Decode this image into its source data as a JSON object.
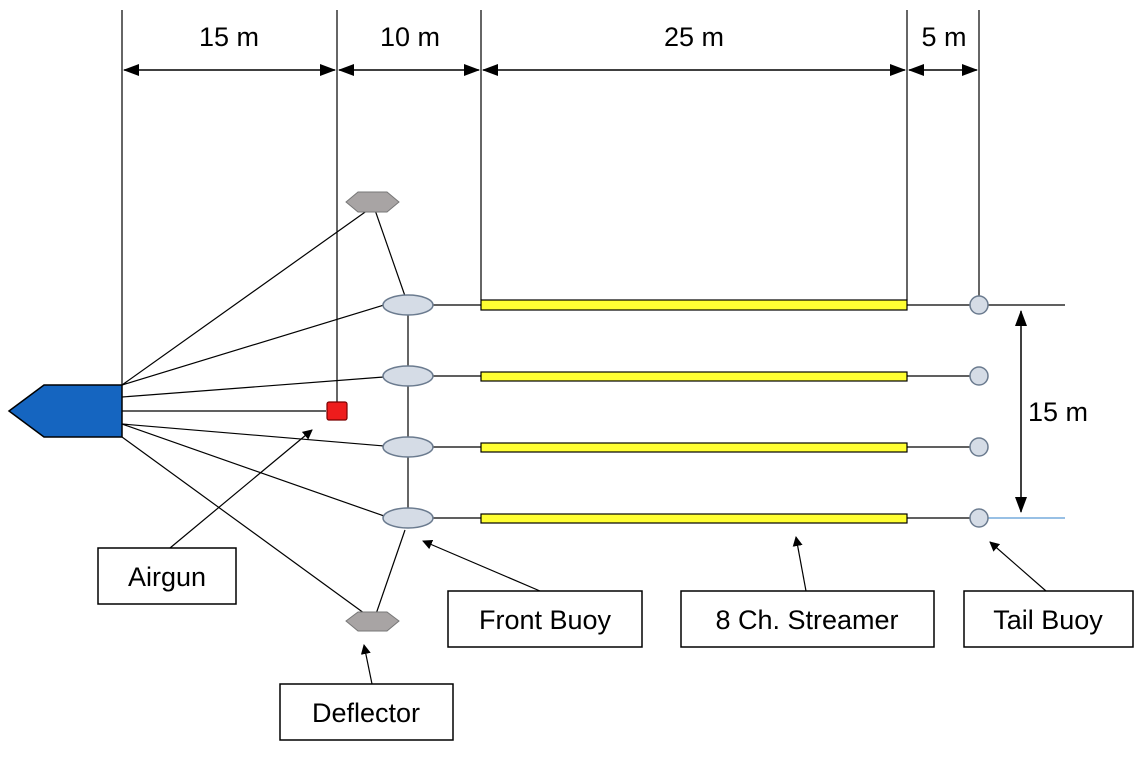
{
  "dimensions": {
    "seg1": "15 m",
    "seg2": "10 m",
    "seg3": "25 m",
    "seg4": "5 m",
    "spread": "15 m"
  },
  "labels": {
    "airgun": "Airgun",
    "deflector": "Deflector",
    "front_buoy": "Front Buoy",
    "streamer": "8 Ch. Streamer",
    "tail_buoy": "Tail Buoy"
  },
  "colors": {
    "vessel": "#1565c0",
    "airgun": "#ee1c1c",
    "streamer": "#ffff33",
    "buoy": "#d5dce6",
    "deflector": "#a8a4a4",
    "line": "#000000"
  }
}
